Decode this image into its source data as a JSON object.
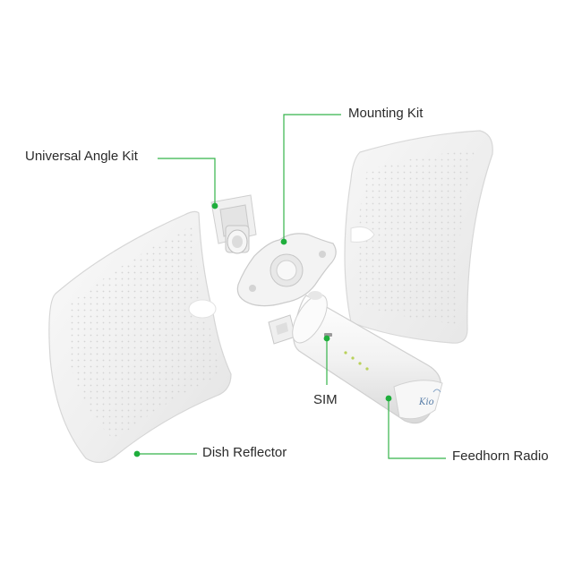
{
  "callouts": {
    "universal_angle_kit": "Universal Angle Kit",
    "mounting_kit": "Mounting Kit",
    "sim": "SIM",
    "dish_reflector": "Dish Reflector",
    "feedhorn_radio": "Feedhorn Radio"
  },
  "colors": {
    "leader_line": "#35b34a",
    "dot": "#1fae3c",
    "text": "#2b2b2b",
    "product_body": "#f1f1f1",
    "product_edge": "#d6d6d6"
  },
  "icons": {
    "brand_logo": "feedhorn-logo-mark"
  }
}
